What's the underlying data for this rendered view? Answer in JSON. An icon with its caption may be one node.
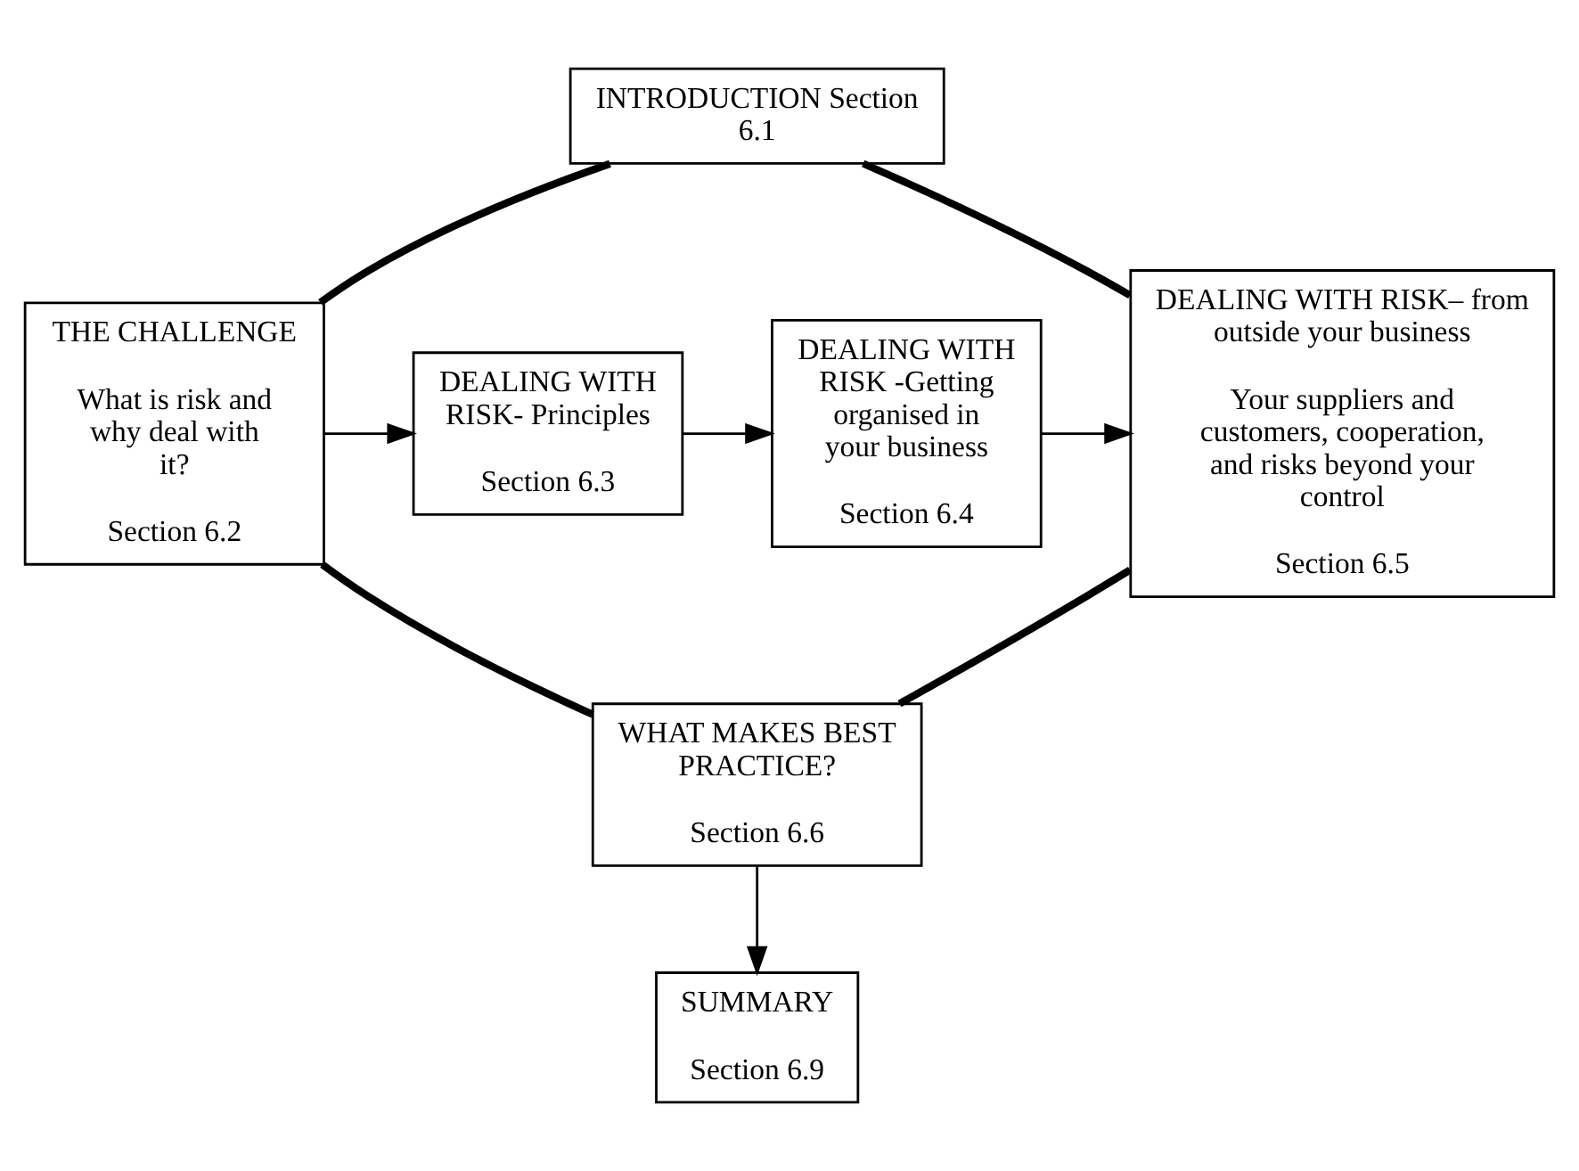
{
  "diagram": {
    "nodes": [
      {
        "text": [
          "INTRODUCTION Section 6.1"
        ]
      },
      {
        "text": [
          "THE CHALLENGE",
          "What is risk and why deal with it?",
          "Section 6.2"
        ]
      },
      {
        "text": [
          "DEALING WITH RISK- Principles",
          "Section 6.3"
        ]
      },
      {
        "text": [
          "DEALING WITH RISK -Getting organised in your business",
          "Section 6.4"
        ]
      },
      {
        "text": [
          "DEALING WITH RISK– from outside your business",
          "Your suppliers and customers, cooperation, and risks beyond your control",
          "Section 6.5"
        ]
      },
      {
        "text": [
          "WHAT MAKES BEST PRACTICE?",
          "Section 6.6"
        ]
      },
      {
        "text": [
          "SUMMARY",
          "Section 6.9"
        ]
      }
    ],
    "edges": [
      {
        "from": 0,
        "to": 1,
        "arrow": "none",
        "style": "thick"
      },
      {
        "from": 0,
        "to": 4,
        "arrow": "none",
        "style": "thick"
      },
      {
        "from": 1,
        "to": 2,
        "arrow": "to"
      },
      {
        "from": 2,
        "to": 3,
        "arrow": "to"
      },
      {
        "from": 3,
        "to": 4,
        "arrow": "to"
      },
      {
        "from": 1,
        "to": 5,
        "arrow": "none",
        "style": "thick"
      },
      {
        "from": 4,
        "to": 5,
        "arrow": "none",
        "style": "thick"
      },
      {
        "from": 5,
        "to": 6,
        "arrow": "to"
      }
    ]
  }
}
